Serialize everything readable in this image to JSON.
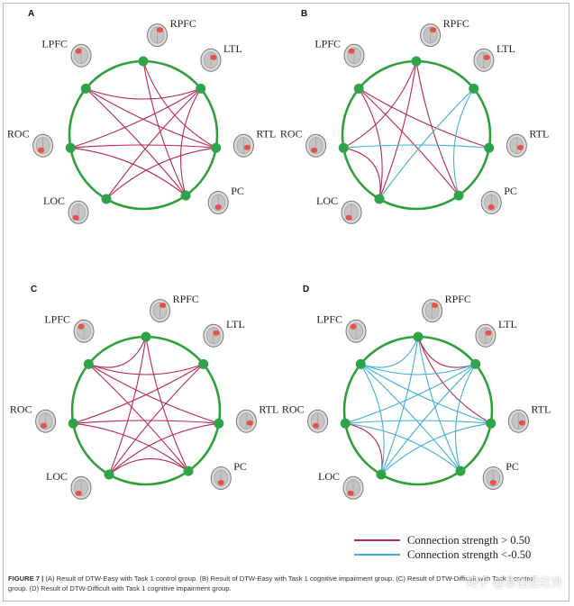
{
  "figure": {
    "caption_label": "FIGURE 7 |",
    "caption_text": "(A) Result of DTW-Easy with Task 1 control group. (B) Result of DTW-Easy with Task 1 cognitive impairment group. (C) Result of DTW-Difficult with Task 1 control group. (D) Result of DTW-Difficult with Task 1 cognitive impairment group.",
    "watermark": "知乎 @意创近红外"
  },
  "legend": {
    "positive_label": "Connection strength > 0.50",
    "negative_label": "Connection strength <-0.50"
  },
  "colors": {
    "ring": "#2ea03a",
    "node": "#2fa34a",
    "positive": "#b52a4e",
    "negative": "#3fb0d8",
    "highlight": "#e8504a"
  },
  "regions": [
    "RPFC",
    "LTL",
    "RTL",
    "PC",
    "LOC",
    "ROC",
    "LPFC"
  ],
  "panels": [
    {
      "letter": "A",
      "connections": [
        [
          "RPFC",
          "RTL",
          1
        ],
        [
          "RPFC",
          "PC",
          1
        ],
        [
          "LTL",
          "LPFC",
          1
        ],
        [
          "LTL",
          "ROC",
          1
        ],
        [
          "LTL",
          "LOC",
          1
        ],
        [
          "LTL",
          "PC",
          1
        ],
        [
          "RTL",
          "LPFC",
          1
        ],
        [
          "RTL",
          "ROC",
          1
        ],
        [
          "RTL",
          "LOC",
          1
        ],
        [
          "LPFC",
          "PC",
          1
        ],
        [
          "ROC",
          "PC",
          1
        ]
      ]
    },
    {
      "letter": "B",
      "connections": [
        [
          "RPFC",
          "ROC",
          1
        ],
        [
          "RPFC",
          "LOC",
          1
        ],
        [
          "RPFC",
          "PC",
          1
        ],
        [
          "LPFC",
          "RTL",
          1
        ],
        [
          "LPFC",
          "LOC",
          1
        ],
        [
          "LPFC",
          "PC",
          1
        ],
        [
          "ROC",
          "LOC",
          1
        ],
        [
          "LTL",
          "LOC",
          -1
        ],
        [
          "LTL",
          "PC",
          -1
        ],
        [
          "RTL",
          "ROC",
          -1
        ]
      ]
    },
    {
      "letter": "C",
      "connections": [
        [
          "RPFC",
          "LOC",
          1
        ],
        [
          "RPFC",
          "PC",
          1
        ],
        [
          "RPFC",
          "LPFC",
          1
        ],
        [
          "LTL",
          "LPFC",
          1
        ],
        [
          "LTL",
          "ROC",
          1
        ],
        [
          "LTL",
          "LOC",
          1
        ],
        [
          "RTL",
          "LPFC",
          1
        ],
        [
          "RTL",
          "ROC",
          1
        ],
        [
          "RTL",
          "LOC",
          1
        ],
        [
          "LPFC",
          "PC",
          1
        ],
        [
          "ROC",
          "PC",
          1
        ],
        [
          "LOC",
          "PC",
          1
        ]
      ]
    },
    {
      "letter": "D",
      "connections": [
        [
          "RPFC",
          "LTL",
          1
        ],
        [
          "RPFC",
          "RTL",
          1
        ],
        [
          "ROC",
          "LOC",
          1
        ],
        [
          "RPFC",
          "LOC",
          -1
        ],
        [
          "RPFC",
          "PC",
          -1
        ],
        [
          "RPFC",
          "LPFC",
          -1
        ],
        [
          "LTL",
          "LPFC",
          -1
        ],
        [
          "LTL",
          "ROC",
          -1
        ],
        [
          "LTL",
          "LOC",
          -1
        ],
        [
          "LTL",
          "PC",
          -1
        ],
        [
          "RTL",
          "LPFC",
          -1
        ],
        [
          "RTL",
          "ROC",
          -1
        ],
        [
          "RTL",
          "LOC",
          -1
        ],
        [
          "LPFC",
          "PC",
          -1
        ],
        [
          "ROC",
          "PC",
          -1
        ],
        [
          "LPFC",
          "LOC",
          -1
        ]
      ]
    }
  ]
}
